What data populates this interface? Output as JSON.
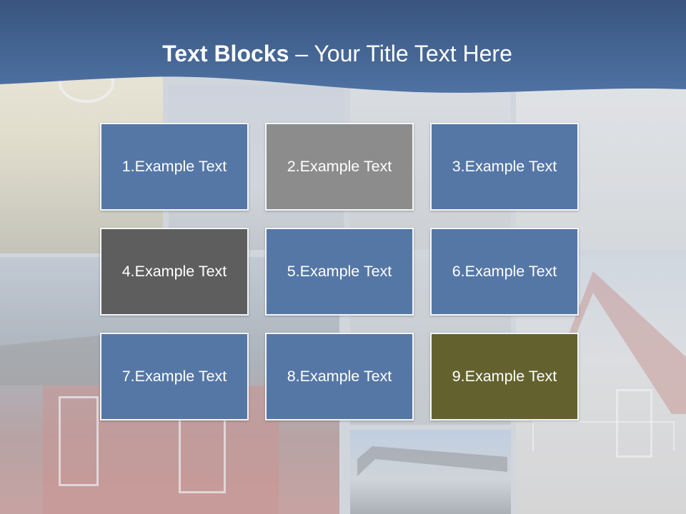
{
  "title": {
    "bold": "Text Blocks",
    "separator": " – ",
    "rest": "Your Title Text Here"
  },
  "colors": {
    "header": "#4a6c99",
    "blue": "#5577a6",
    "gray": "#8c8c8c",
    "dark_gray": "#5e5e5e",
    "olive": "#63622f"
  },
  "blocks": [
    {
      "label": "1.Example Text",
      "color": "#5577a6"
    },
    {
      "label": "2.Example Text",
      "color": "#8c8c8c"
    },
    {
      "label": "3.Example Text",
      "color": "#5577a6"
    },
    {
      "label": "4.Example Text",
      "color": "#5e5e5e"
    },
    {
      "label": "5.Example Text",
      "color": "#5577a6"
    },
    {
      "label": "6.Example Text",
      "color": "#5577a6"
    },
    {
      "label": "7.Example Text",
      "color": "#5577a6"
    },
    {
      "label": "8.Example Text",
      "color": "#5577a6"
    },
    {
      "label": "9.Example Text",
      "color": "#63622f"
    }
  ]
}
